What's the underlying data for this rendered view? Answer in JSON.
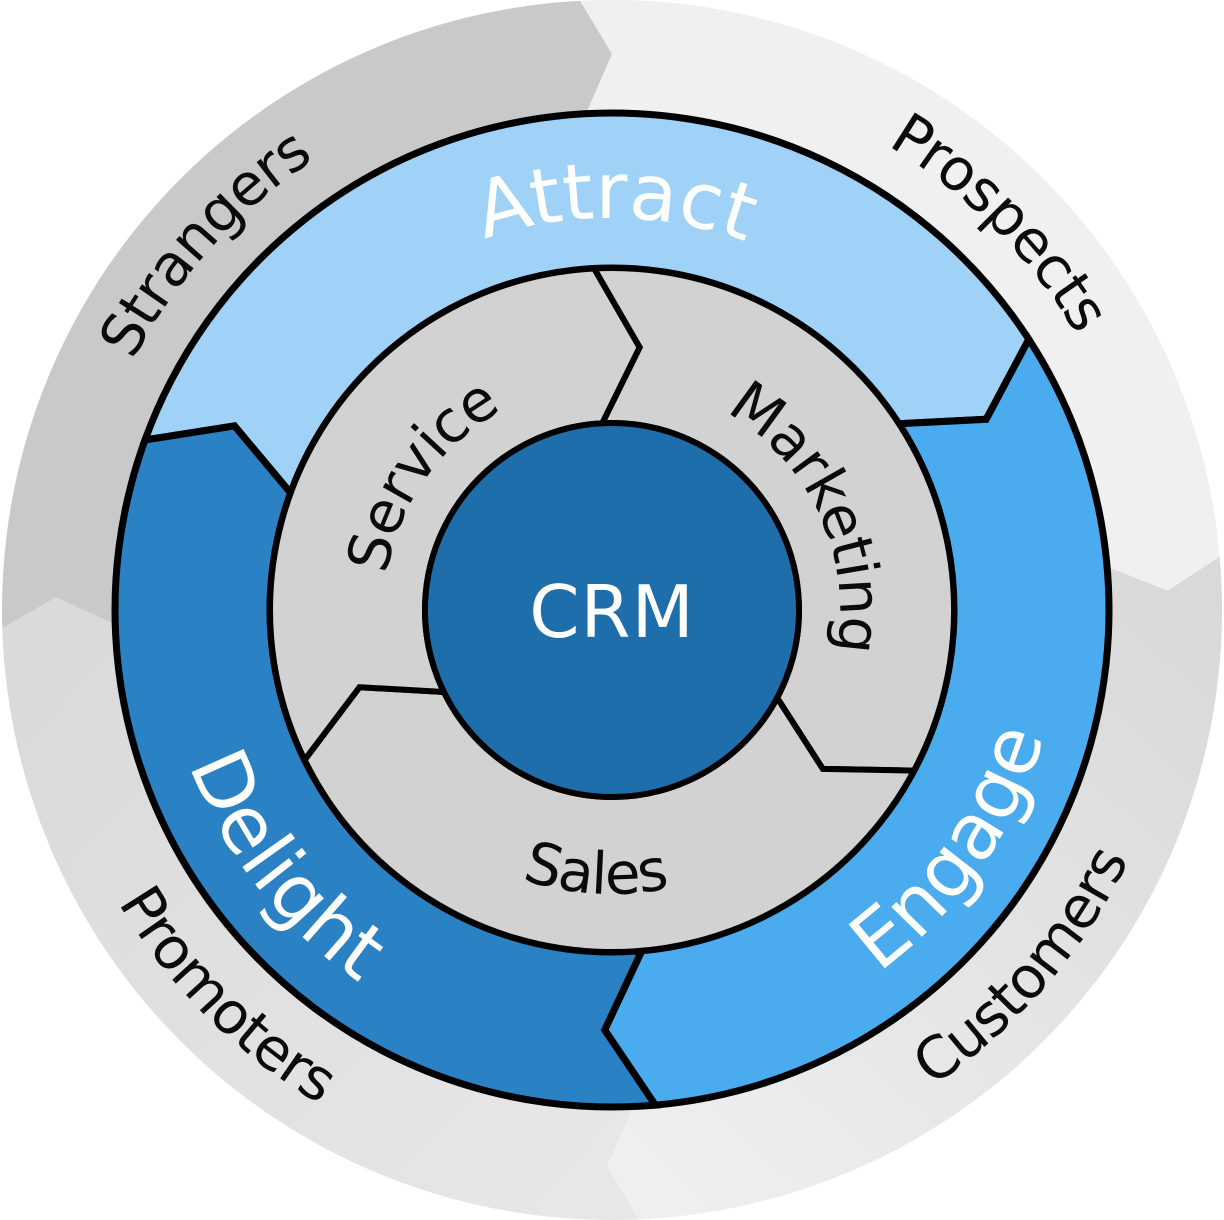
{
  "diagram": {
    "center": {
      "label": "CRM"
    },
    "rings": {
      "outer": {
        "name": "audience-stages",
        "segments": [
          {
            "id": "strangers",
            "label": "Strangers"
          },
          {
            "id": "prospects",
            "label": "Prospects"
          },
          {
            "id": "customers",
            "label": "Customers"
          },
          {
            "id": "promoters",
            "label": "Promoters"
          }
        ]
      },
      "middle": {
        "name": "flywheel-phases",
        "segments": [
          {
            "id": "attract",
            "label": "Attract"
          },
          {
            "id": "engage",
            "label": "Engage"
          },
          {
            "id": "delight",
            "label": "Delight"
          }
        ]
      },
      "inner": {
        "name": "team-functions",
        "segments": [
          {
            "id": "marketing",
            "label": "Marketing"
          },
          {
            "id": "sales",
            "label": "Sales"
          },
          {
            "id": "service",
            "label": "Service"
          }
        ]
      }
    }
  },
  "colors": {
    "attract": "#9fd2f6",
    "engage": "#4aabee",
    "delight": "#2a81c4",
    "crm": "#1e6eac",
    "inner_ring": "#d2d2d2",
    "strangers": "#c9c9c9",
    "prospects": "#f0f0f0",
    "customers_start": "#d9d9d9",
    "customers_end": "#efefef",
    "promoters_start": "#e7e7e7",
    "promoters_end": "#dadada",
    "outline": "#000000",
    "label_light": "#ffffff",
    "label_dark": "#0a0a0a"
  }
}
